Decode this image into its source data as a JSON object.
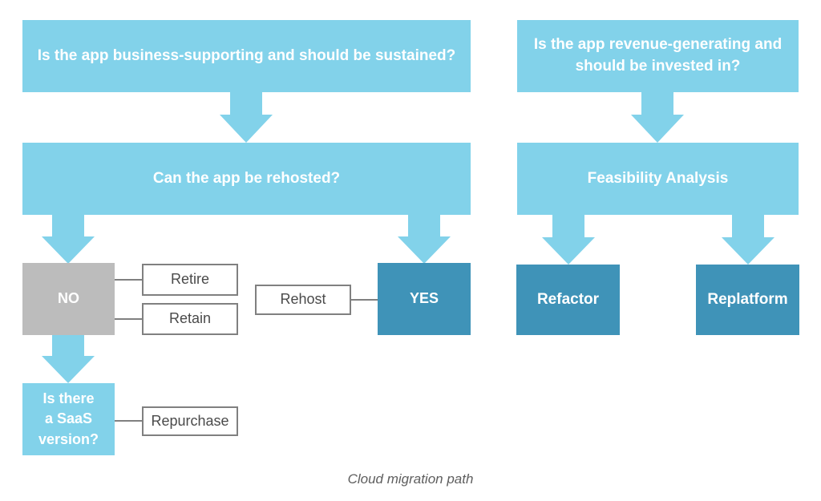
{
  "diagram": {
    "caption": "Cloud migration path",
    "colors": {
      "light_blue": "#82d2ea",
      "dark_teal": "#3f93b8",
      "grey": "#bcbcbc",
      "outline_border": "#808080",
      "outline_text": "#4a4a4a",
      "caption_text": "#5e5e5e",
      "background": "#ffffff"
    },
    "nodes": {
      "q_business": "Is the app business-supporting and should be sustained?",
      "q_rehost": "Can the app be rehosted?",
      "no": "NO",
      "yes": "YES",
      "retire": "Retire",
      "retain": "Retain",
      "rehost": "Rehost",
      "q_saas_line1": "Is there",
      "q_saas_line2": "a SaaS",
      "q_saas_line3": "version?",
      "repurchase": "Repurchase",
      "q_revenue": "Is the app revenue-generating and should be invested in?",
      "feasibility": "Feasibility Analysis",
      "refactor": "Refactor",
      "replatform": "Replatform"
    }
  }
}
